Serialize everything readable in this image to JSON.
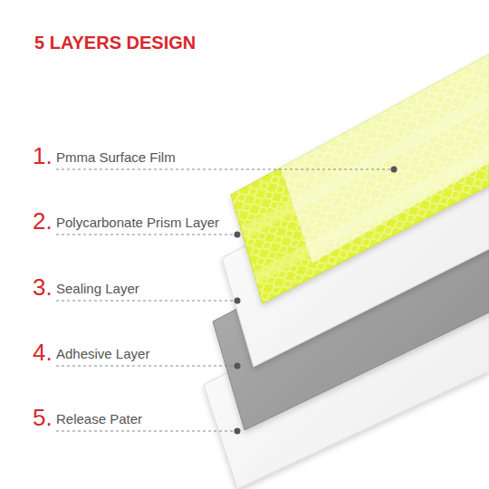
{
  "diagram": {
    "title": "5 LAYERS DESIGN",
    "labels": [
      "1.",
      "Pmma Surface Film",
      "2.",
      "Polycarbonate Prism Layer",
      "3.",
      "Sealing Layer",
      "4.",
      "Adhesive Layer",
      "5.",
      "Release Pater"
    ]
  }
}
